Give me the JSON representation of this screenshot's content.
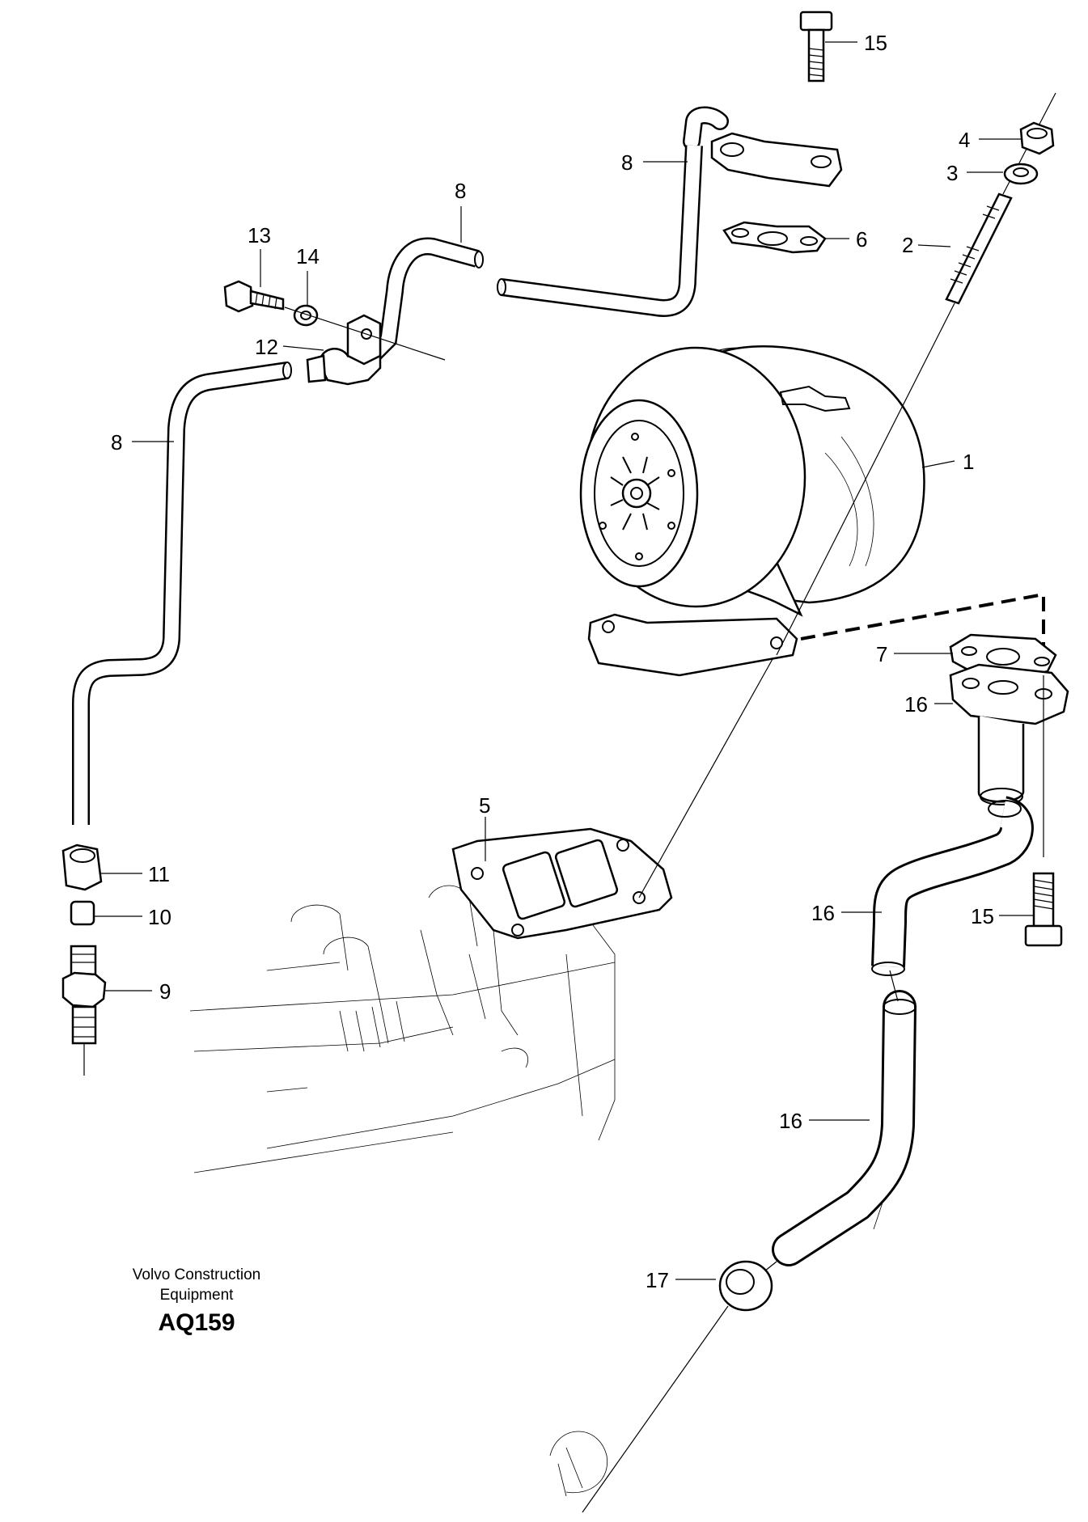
{
  "callouts": {
    "c1": "1",
    "c2": "2",
    "c3": "3",
    "c4": "4",
    "c5": "5",
    "c6": "6",
    "c7": "7",
    "c8a": "8",
    "c8b": "8",
    "c8c": "8",
    "c9": "9",
    "c10": "10",
    "c11": "11",
    "c12": "12",
    "c13": "13",
    "c14": "14",
    "c15a": "15",
    "c15b": "15",
    "c16a": "16",
    "c16b": "16",
    "c16c": "16",
    "c17": "17"
  },
  "caption": {
    "line1": "Volvo Construction",
    "line2": "Equipment",
    "code": "AQ159"
  }
}
